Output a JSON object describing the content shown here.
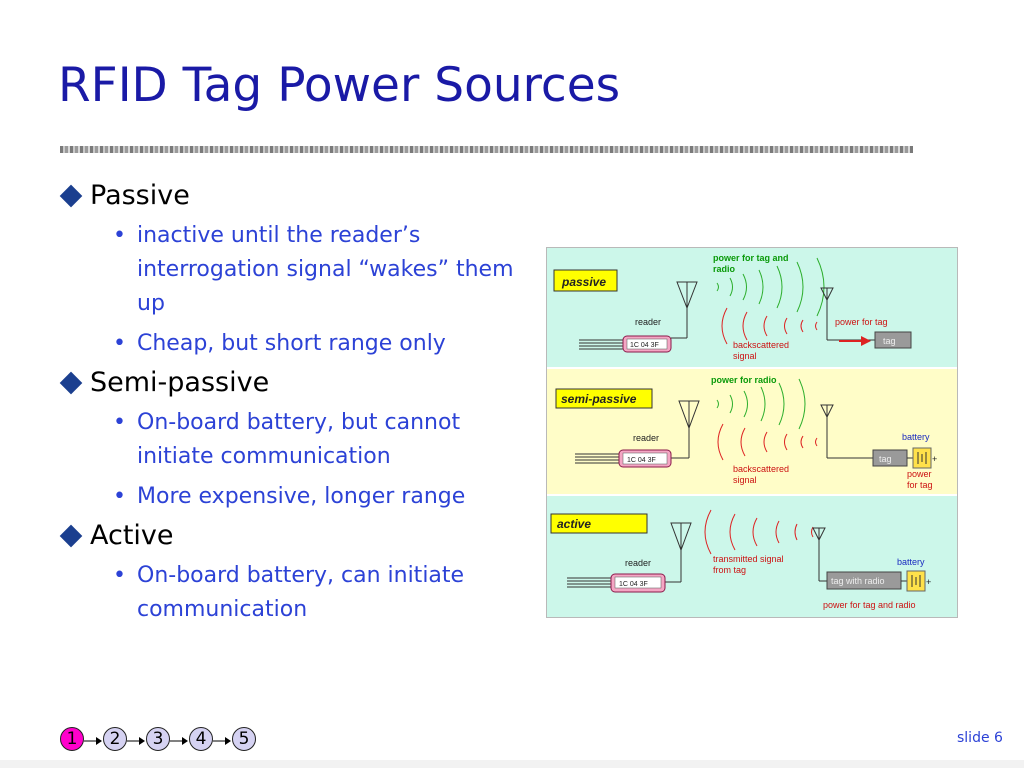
{
  "title": "RFID Tag Power Sources",
  "bullets": [
    {
      "label": "Passive",
      "subs": [
        "inactive until the reader’s interrogation signal “wakes” them up",
        "Cheap, but short range only"
      ]
    },
    {
      "label": "Semi-passive",
      "subs": [
        "On-board battery, but cannot initiate communication",
        "More expensive, longer range"
      ]
    },
    {
      "label": "Active",
      "subs": [
        "On-board battery, can initiate communication"
      ]
    }
  ],
  "diagram": {
    "passive": {
      "badge": "passive",
      "label_power_1": "power for tag and",
      "label_power_2": "radio",
      "reader": "reader",
      "reader_id": "1C 04 3F",
      "backscatter_1": "backscattered",
      "backscatter_2": "signal",
      "power_for_tag": "power for tag",
      "tag": "tag"
    },
    "semi": {
      "badge": "semi-passive",
      "label_power": "power for radio",
      "reader": "reader",
      "reader_id": "1C 04 3F",
      "backscatter_1": "backscattered",
      "backscatter_2": "signal",
      "battery": "battery",
      "tag": "tag",
      "power_1": "power",
      "power_2": "for tag"
    },
    "active": {
      "badge": "active",
      "reader": "reader",
      "reader_id": "1C 04 3F",
      "transmitted_1": "transmitted signal",
      "transmitted_2": "from tag",
      "battery": "battery",
      "tag": "tag with radio",
      "power": "power for tag and radio"
    },
    "colors": {
      "passive_bg": "#ccf7ea",
      "semi_bg": "#fffdc8",
      "active_bg": "#ccf7ea",
      "green_text": "#0a9a0a",
      "red_text": "#cc1111",
      "badge_bg": "#ffff00"
    }
  },
  "nav": {
    "pages": [
      "1",
      "2",
      "3",
      "4",
      "5"
    ],
    "current": "1"
  },
  "slide_number": "slide 6"
}
